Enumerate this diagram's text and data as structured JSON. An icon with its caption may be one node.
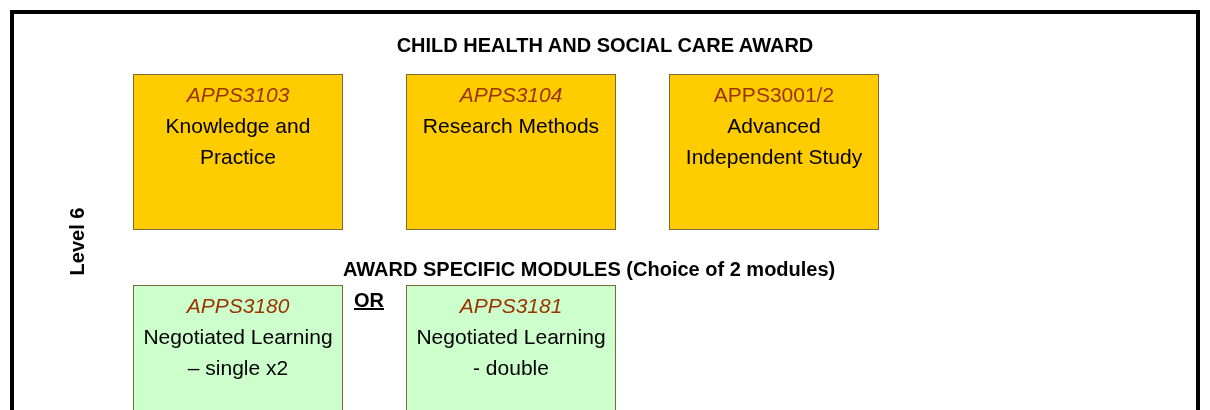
{
  "diagram": {
    "title": "CHILD HEALTH AND SOCIAL CARE AWARD",
    "nodes": [
      {
        "text": [
          "APPS3103",
          "Knowledge and Practice"
        ]
      },
      {
        "text": [
          "APPS3104",
          "Research Methods"
        ]
      },
      {
        "text": [
          "APPS3001/2",
          "Advanced Independent Study"
        ]
      },
      {
        "text": [
          "APPS3180",
          "Negotiated Learning – single x2"
        ]
      },
      {
        "text": [
          "APPS3181",
          "Negotiated Learning - double"
        ]
      }
    ],
    "labels": [
      "Level 6",
      "AWARD SPECIFIC MODULES (Choice of 2 modules)",
      "OR"
    ]
  }
}
